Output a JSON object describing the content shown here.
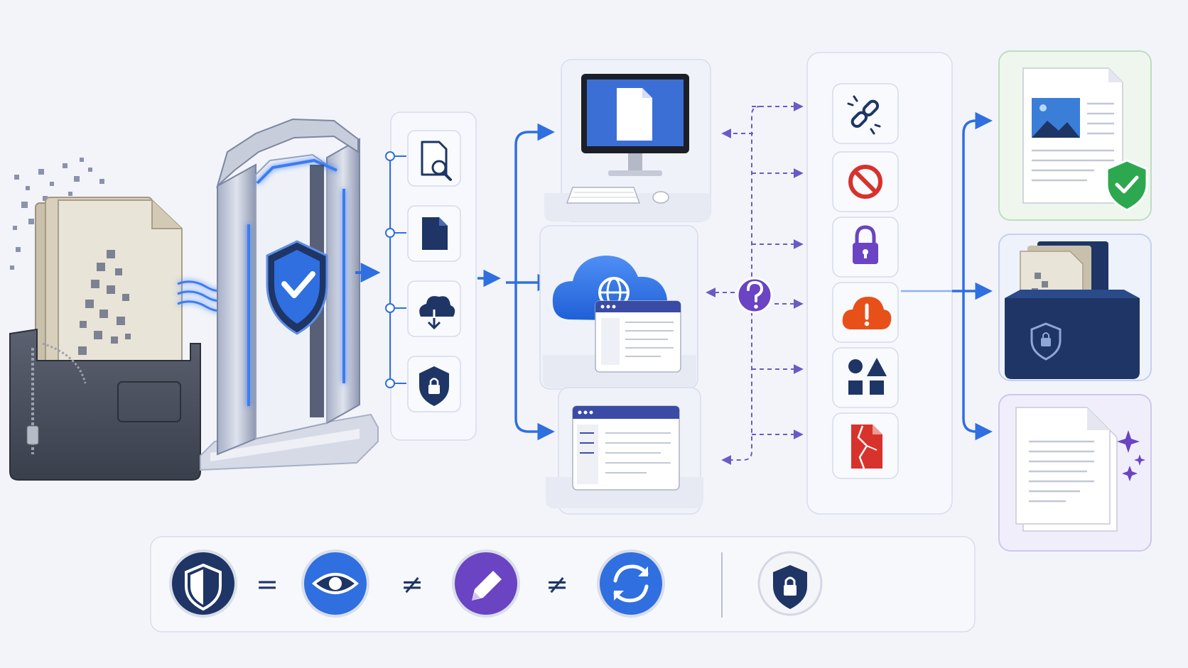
{
  "colors": {
    "background": "#f3f4fa",
    "panel_fill": "#f6f8fd",
    "panel_stroke": "#d7dcee",
    "tile_fill": "#f9fafd",
    "tile_stroke": "#d6dbea",
    "navy": "#1e3566",
    "blue": "#2f6fe0",
    "bright_blue": "#3a7cf2",
    "purple": "#6a44c2",
    "red": "#d8322c",
    "orange": "#e8501a",
    "green": "#2ea84e",
    "dashed_purple": "#6a5ac8",
    "rust": "#4a4f5c",
    "paper": "#e9e4d8"
  },
  "legend": {
    "operators": [
      "=",
      "≠",
      "≠"
    ],
    "icons": [
      "shield-half-icon",
      "eye-icon",
      "pencil-icon",
      "sync-icon",
      "lock-shield-icon"
    ]
  },
  "diagram": {
    "source": "worn-document-folder",
    "gateway": "shield-check-gate",
    "checks": [
      "document-search-icon",
      "document-icon",
      "cloud-download-icon",
      "lock-shield-icon"
    ],
    "viewers": [
      "desktop-computer",
      "cloud-web-app",
      "browser-window"
    ],
    "unknown": "question-mark-icon",
    "issues": [
      "broken-link-icon",
      "blocked-icon",
      "lock-icon",
      "cloud-alert-icon",
      "shapes-icon",
      "corrupted-file-icon"
    ],
    "results": [
      "verified-document",
      "secured-archive",
      "clean-document"
    ]
  }
}
